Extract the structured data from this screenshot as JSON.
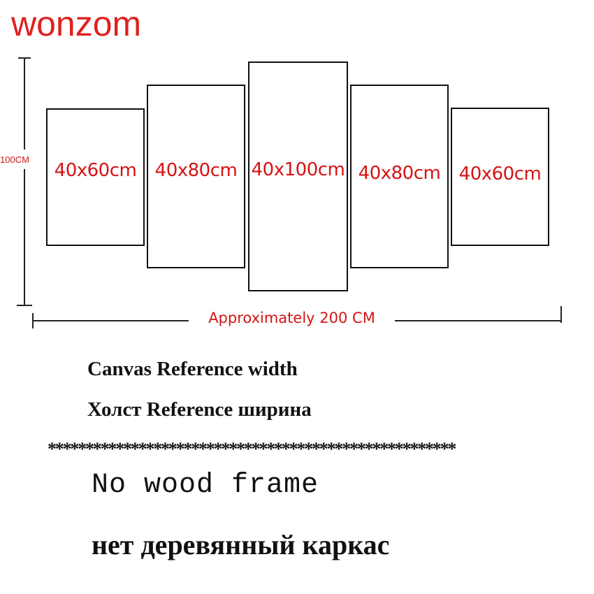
{
  "brand": "wonzom",
  "panels": [
    {
      "label": "40x60cm"
    },
    {
      "label": "40x80cm"
    },
    {
      "label": "40x100cm"
    },
    {
      "label": "40x80cm"
    },
    {
      "label": "40x60cm"
    }
  ],
  "dimensions": {
    "height_label": "100CM",
    "width_label": "Approximately 200 CM"
  },
  "captions": {
    "line1": "Canvas Reference width",
    "line2": "Холст Reference ширина",
    "separator": "******************************************************",
    "no_frame_en": "No wood frame",
    "no_frame_ru": "нет деревянный каркас"
  },
  "colors": {
    "accent_red": "#d41414",
    "brand_red": "#e02020",
    "ink": "#111111"
  }
}
